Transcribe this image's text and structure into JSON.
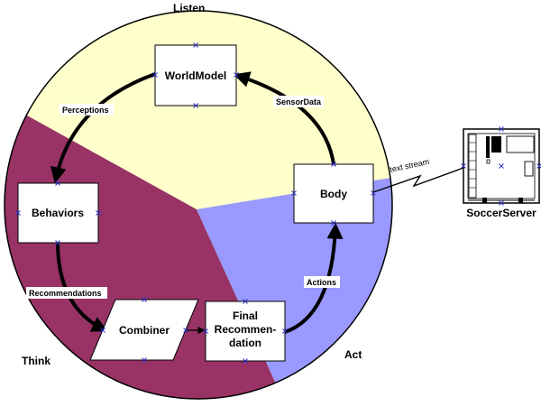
{
  "diagram": {
    "regions": {
      "listen": {
        "label": "Listen",
        "color": "#FFFFCC"
      },
      "think": {
        "label": "Think",
        "color": "#993366"
      },
      "act": {
        "label": "Act",
        "color": "#9999FF"
      }
    },
    "nodes": {
      "worldmodel": {
        "label": "WorldModel"
      },
      "behaviors": {
        "label": "Behaviors"
      },
      "combiner": {
        "label": "Combiner"
      },
      "final": {
        "line1": "Final",
        "line2": "Recommen-",
        "line3": "dation"
      },
      "body": {
        "label": "Body"
      }
    },
    "edges": {
      "perceptions": "Perceptions",
      "sensordata": "SensorData",
      "recommendations": "Recommendations",
      "actions": "Actions",
      "text_stream": "text stream"
    },
    "server": {
      "label": "SoccerServer"
    }
  }
}
